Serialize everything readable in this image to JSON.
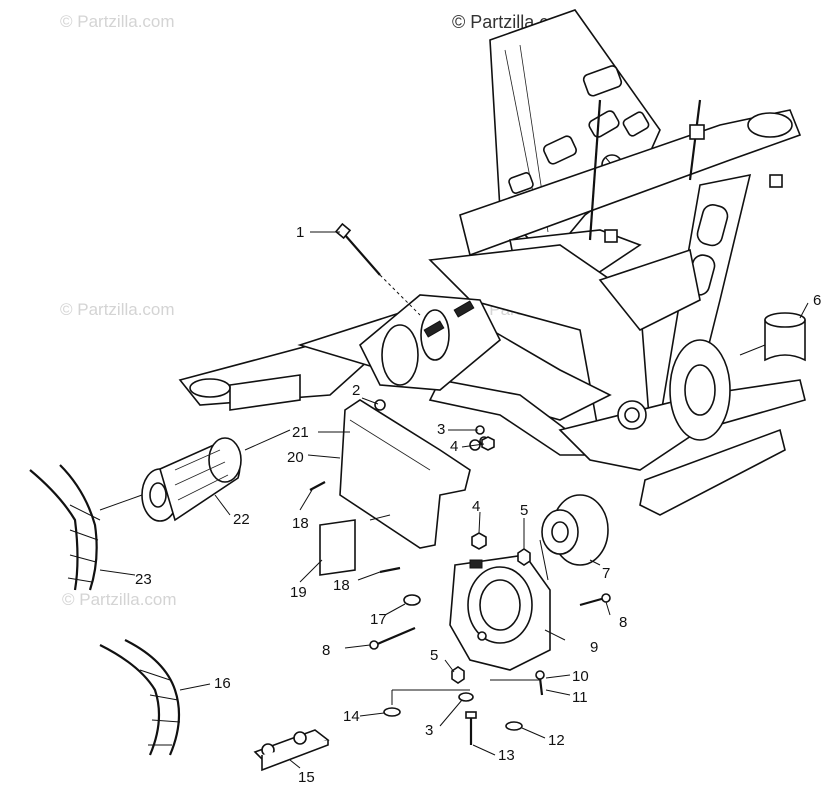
{
  "watermarks": [
    "© Partzilla.com",
    "© Partzilla.com",
    "© Partzilla.com",
    "© Partzilla.com",
    "© Partzilla.com"
  ],
  "callouts": {
    "c1": "1",
    "c2": "2",
    "c3a": "3",
    "c3b": "3",
    "c4a": "4",
    "c4b": "4",
    "c5a": "5",
    "c5b": "5",
    "c6": "6",
    "c7": "7",
    "c8a": "8",
    "c8b": "8",
    "c9": "9",
    "c10": "10",
    "c11": "11",
    "c12": "12",
    "c13": "13",
    "c14": "14",
    "c15": "15",
    "c16": "16",
    "c17": "17",
    "c18a": "18",
    "c18b": "18",
    "c19": "19",
    "c20": "20",
    "c21": "21",
    "c22": "22",
    "c23": "23"
  }
}
